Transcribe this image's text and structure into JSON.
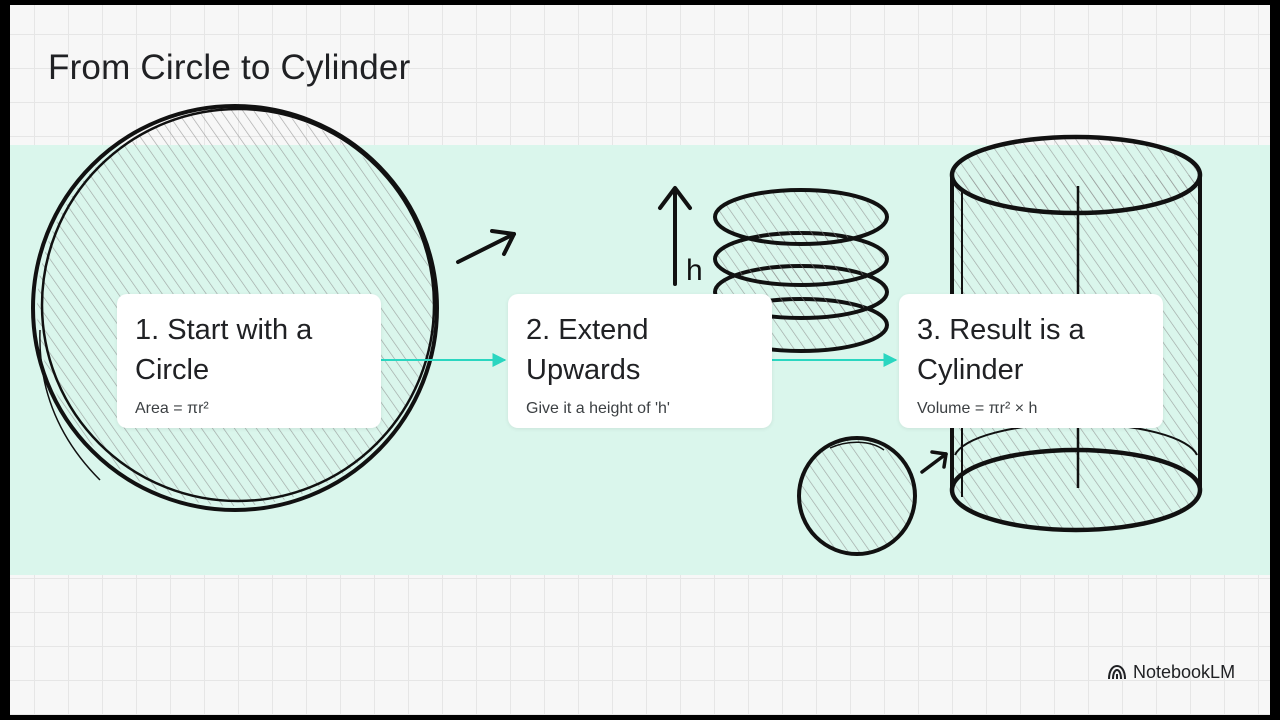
{
  "title": "From Circle to Cylinder",
  "steps": [
    {
      "heading_line1": "1. Start with a",
      "heading_line2": "Circle",
      "detail": "Area = πr²"
    },
    {
      "heading_line1": "2. Extend",
      "heading_line2": "Upwards",
      "detail": "Give it a height of 'h'"
    },
    {
      "heading_line1": "3. Result is a",
      "heading_line2": "Cylinder",
      "detail": "Volume = πr² × h"
    }
  ],
  "height_label": "h",
  "brand": {
    "name": "NotebookLM",
    "icon": "notebooklm-logo-icon"
  },
  "colors": {
    "band": "#daf6ec",
    "connector": "#2ad6c0",
    "ink": "#111111"
  }
}
